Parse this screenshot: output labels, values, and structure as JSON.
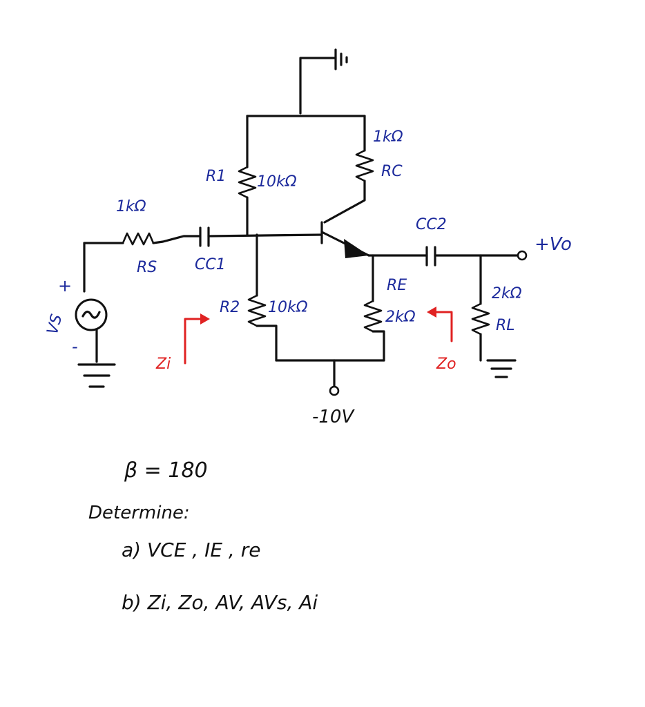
{
  "components": {
    "r1": {
      "name": "R1",
      "value": "10kΩ"
    },
    "r2": {
      "name": "R2",
      "value": "10kΩ"
    },
    "rc": {
      "name": "RC",
      "value": "1kΩ"
    },
    "re": {
      "name": "RE",
      "value": "2kΩ"
    },
    "rs": {
      "name": "RS",
      "value": "1kΩ"
    },
    "rl": {
      "name": "RL",
      "value": "2kΩ"
    },
    "cc1": {
      "name": "CC1"
    },
    "cc2": {
      "name": "CC2"
    },
    "source": {
      "name": "VS",
      "plus": "+",
      "minus": "-"
    }
  },
  "labels": {
    "output": "+Vo",
    "supply": "-10V",
    "zi": "Zi",
    "zo": "Zo"
  },
  "beta": "β = 180",
  "problem": {
    "heading": "Determine:",
    "part_a": "a) VCE , IE , re",
    "part_b": "b) Zi, Zo, AV, AVs, Ai"
  },
  "colors": {
    "component_labels": "#1c2a9c",
    "impedance_labels": "#e02222",
    "wires": "#111111"
  }
}
